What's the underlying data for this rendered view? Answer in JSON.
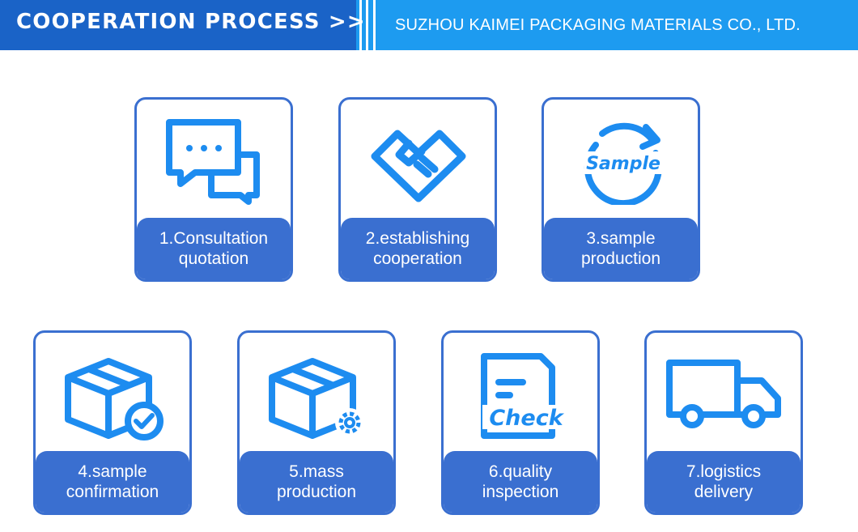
{
  "header": {
    "title": "COOPERATION PROCESS >>",
    "company": "SUZHOU KAIMEI PACKAGING MATERIALS CO., LTD."
  },
  "steps": [
    {
      "label": "1.Consultation\nquotation",
      "icon": "chat-bubbles-icon"
    },
    {
      "label": "2.establishing\ncooperation",
      "icon": "handshake-icon"
    },
    {
      "label": "3.sample\nproduction",
      "icon": "sample-cycle-icon",
      "icon_text": "Sample"
    },
    {
      "label": "4.sample\nconfirmation",
      "icon": "box-check-icon"
    },
    {
      "label": "5.mass\nproduction",
      "icon": "box-gear-icon"
    },
    {
      "label": "6.quality\ninspection",
      "icon": "check-document-icon",
      "icon_text": "Check"
    },
    {
      "label": "7.logistics\ndelivery",
      "icon": "delivery-truck-icon"
    }
  ],
  "colors": {
    "header_dark": "#1a63c7",
    "header_light": "#1d9bf0",
    "card_blue": "#3a6fd0",
    "icon_blue": "#1d8cf0"
  }
}
